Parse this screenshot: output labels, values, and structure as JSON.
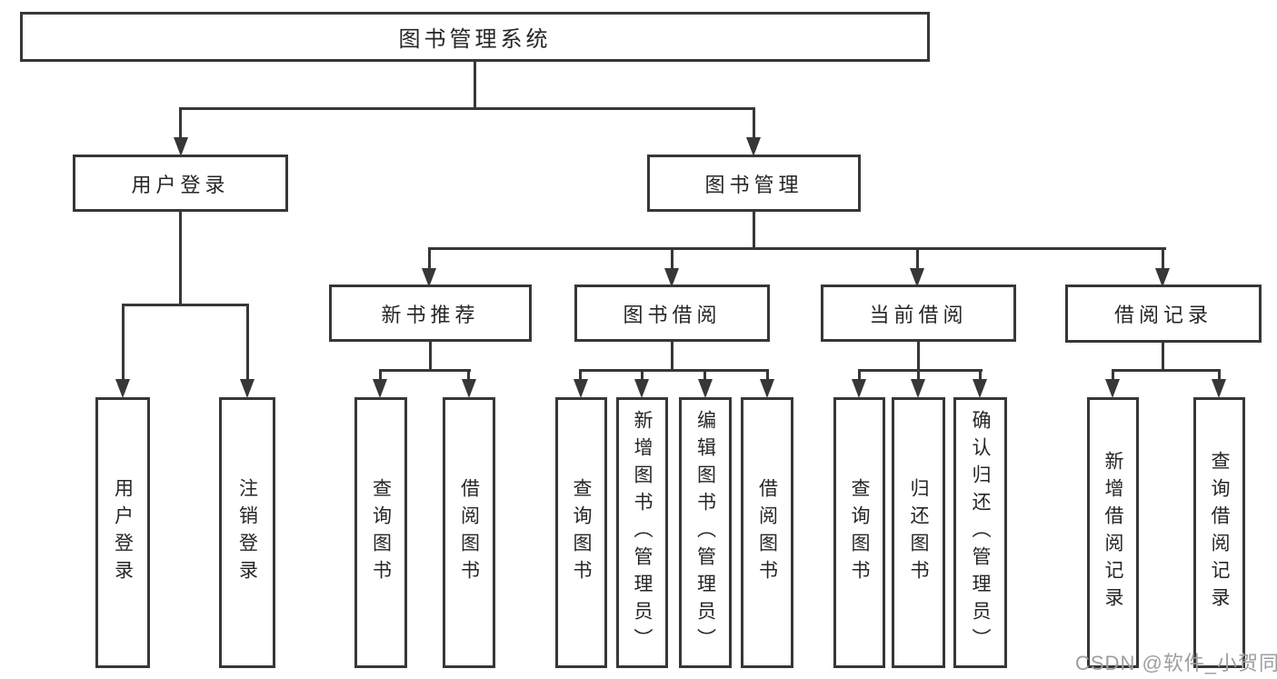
{
  "diagram": {
    "root": "图书管理系统",
    "branches": [
      {
        "label": "用户登录",
        "children": [
          "用户登录",
          "注销登录"
        ]
      },
      {
        "label": "图书管理",
        "sections": [
          {
            "label": "新书推荐",
            "children": [
              "查询图书",
              "借阅图书"
            ]
          },
          {
            "label": "图书借阅",
            "children": [
              "查询图书",
              "新增图书（管理员）",
              "编辑图书（管理员）",
              "借阅图书"
            ]
          },
          {
            "label": "当前借阅",
            "children": [
              "查询图书",
              "归还图书",
              "确认归还（管理员）"
            ]
          },
          {
            "label": "借阅记录",
            "children": [
              "新增借阅记录",
              "查询借阅记录"
            ]
          }
        ]
      }
    ]
  },
  "watermark": {
    "text": "CSDN @软件_小贺同学"
  },
  "colors": {
    "line": "#373737",
    "box_border": "#373737",
    "background": "#ffffff",
    "watermark_text": "#9e9e9e"
  }
}
